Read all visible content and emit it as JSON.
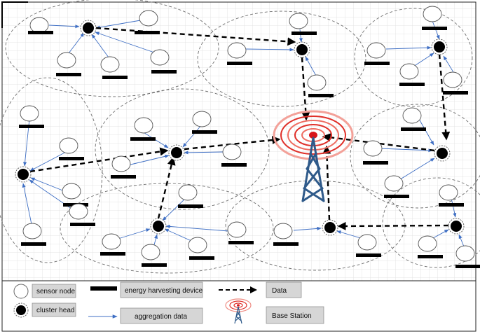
{
  "legend": {
    "sensor_node": "sensor node",
    "cluster_head": "cluster head",
    "energy_harvesting_device": "energy harvesting device",
    "aggregation_data": "aggregation data",
    "data": "Data",
    "base_station": "Base Station"
  },
  "colors": {
    "grid": "#d9d9d9",
    "aggregation_arrow": "#3f6fc4",
    "data_arrow": "#000000",
    "cluster_outline": "#6e6e6e",
    "legend_box": "#d6d6d6",
    "tower": "#2f5a8a",
    "signal_ring": "#e0302a",
    "signal_dot": "#d8141a"
  },
  "icons": [
    "sensor-node-icon",
    "cluster-head-icon",
    "energy-harvesting-device-icon",
    "base-station-tower-icon",
    "signal-rings-icon"
  ]
}
